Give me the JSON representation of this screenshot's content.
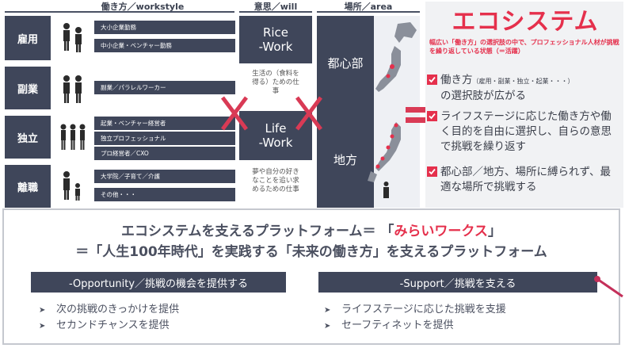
{
  "headers": {
    "workstyle": "働き方／workstyle",
    "will": "意思／will",
    "area": "場所／area"
  },
  "categories": [
    {
      "label": "雇用",
      "bars": [
        "大小企業勤務",
        "中小企業・ベンチャー勤務"
      ]
    },
    {
      "label": "副業",
      "bars": [
        "副業／パラレルワーカー"
      ]
    },
    {
      "label": "独立",
      "bars": [
        "起業・ベンチャー経営者",
        "独立プロフェッショナル",
        "プロ経営者／CXO"
      ]
    },
    {
      "label": "離職",
      "bars": [
        "大学院／子育て／介護",
        "その他・・・"
      ]
    }
  ],
  "will": {
    "rice_title": "Rice\n-Work",
    "rice_desc": "生活の（食料を\n得る）ための仕\n事",
    "life_title": "Life\n-Work",
    "life_desc": "夢や自分の好き\nなことを追い求\nめるための仕事"
  },
  "area": {
    "urban": "都心部",
    "rural": "地方"
  },
  "ecosystem": {
    "title": "エコシステム",
    "subtitle": "幅広い「働き方」の選択肢の中で、プロフェッショナル人材が挑戦を繰り返している状態（＝活躍）",
    "bullet1_main": "働き方",
    "bullet1_small": "（雇用・副業・独立・起業・・・）",
    "bullet1_rest": "の選択肢が広がる",
    "bullet2": "ライフステージに応じた働き方や働く目的を自由に選択し、自らの意思で挑戦を繰り返す",
    "bullet3": "都心部／地方、場所に縛られず、最適な場所で挑戦する"
  },
  "platform": {
    "line1_prefix": "エコシステムを支えるプラットフォーム＝ 「",
    "line1_name": "みらいワークス",
    "line1_suffix": "」",
    "line2": "＝「人生100年時代」を実践する「未来の働き方」を支えるプラットフォーム",
    "opportunity_title": "-Opportunity／挑戦の機会を提供する",
    "opportunity_items": [
      "次の挑戦のきっかけを提供",
      "セカンドチャンスを提供"
    ],
    "support_title": "-Support／挑戦を支える",
    "support_items": [
      "ライフステージに応じた挑戦を支援",
      "セーフティネットを提供"
    ]
  },
  "colors": {
    "navy": "#3f465a",
    "accent_red": "#e5304c",
    "cross_red": "#d93a55"
  }
}
